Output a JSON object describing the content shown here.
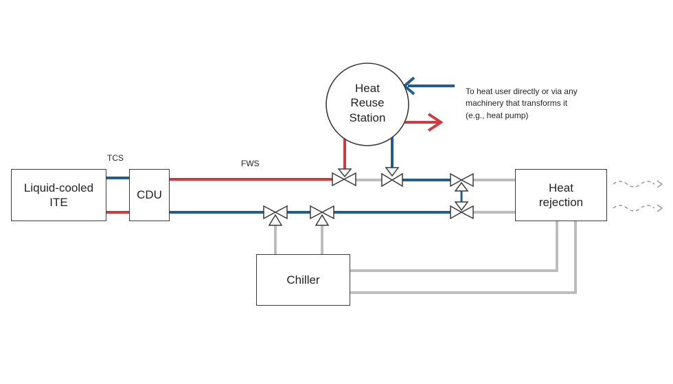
{
  "nodes": {
    "ite": "Liquid-cooled\nITE",
    "cdu": "CDU",
    "heat_reuse": "Heat\nReuse\nStation",
    "heat_rejection": "Heat\nrejection",
    "chiller": "Chiller"
  },
  "labels": {
    "tcs": "TCS",
    "fws": "FWS",
    "heat_user_note": "To heat user directly or via any\nmachinery that transforms it\n(e.g., heat pump)"
  },
  "colors": {
    "hot": "#d03a3f",
    "cold": "#1f5f8b",
    "neutral": "#bdbdbd",
    "outline": "#3a3a3a"
  }
}
